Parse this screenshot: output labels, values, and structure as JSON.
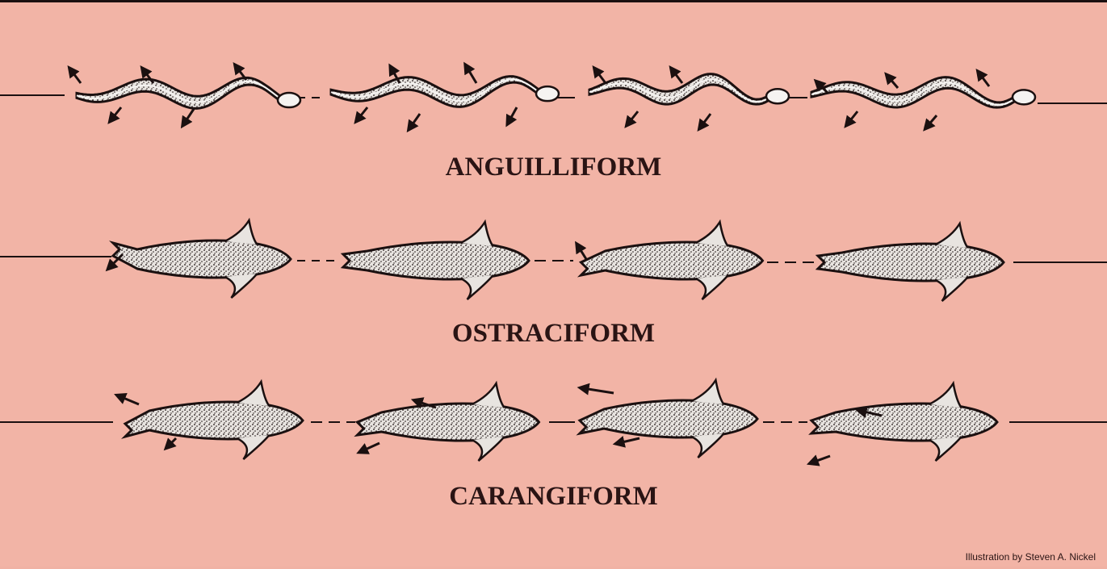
{
  "rows": [
    {
      "label": "ANGUILLIFORM",
      "count": 4
    },
    {
      "label": "OSTRACIFORM",
      "count": 4
    },
    {
      "label": "CARANGIFORM",
      "count": 4
    }
  ],
  "credit": "Illustration by Steven A. Nickel",
  "colors": {
    "background": "#f2b4a6",
    "ink": "#1b1010",
    "fill": "#c9c4c2"
  }
}
